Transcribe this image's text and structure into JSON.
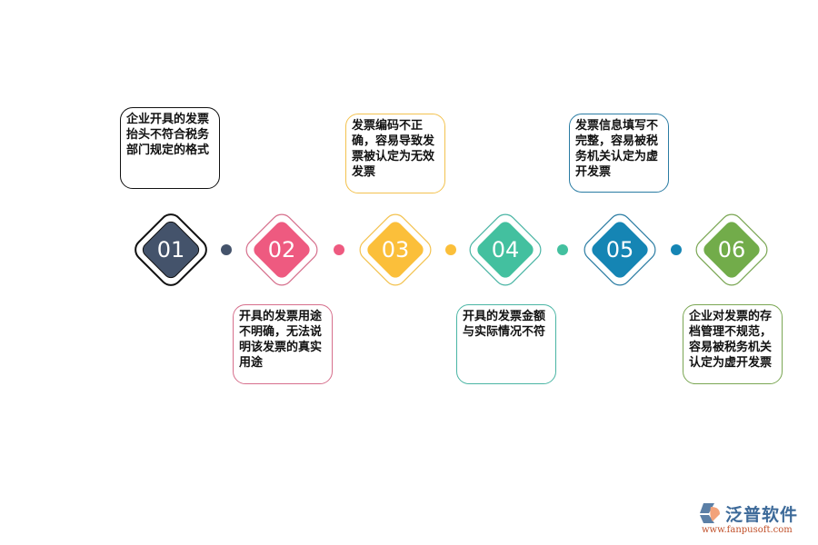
{
  "steps": [
    {
      "number": "01",
      "color": "#44536b",
      "outline": "#111111",
      "text": "企业开具的发票抬头不符合税务部门规定的格式",
      "position": "top"
    },
    {
      "number": "02",
      "color": "#ee5a80",
      "outline": "#d66f8c",
      "text": "开具的发票用途不明确，无法说明该发票的真实用途",
      "position": "bottom"
    },
    {
      "number": "03",
      "color": "#fbbf3a",
      "outline": "#f3c24f",
      "text": "发票编码不正确，容易导致发票被认定为无效发票",
      "position": "top"
    },
    {
      "number": "04",
      "color": "#43c09f",
      "outline": "#4ab5a4",
      "text": "开具的发票金额与实际情况不符",
      "position": "bottom"
    },
    {
      "number": "05",
      "color": "#1585b4",
      "outline": "#2a7ca3",
      "text": "发票信息填写不完整，容易被税务机关认定为虚开发票",
      "position": "top"
    },
    {
      "number": "06",
      "color": "#72ac4a",
      "outline": "#7aa653",
      "text": "企业对发票的存档管理不规范，容易被税务机关认定为虚开发票",
      "position": "bottom"
    }
  ],
  "logo": {
    "icon": "fanpu-logo-icon",
    "name": "泛普软件",
    "url": "www.fanpusoft.com"
  }
}
